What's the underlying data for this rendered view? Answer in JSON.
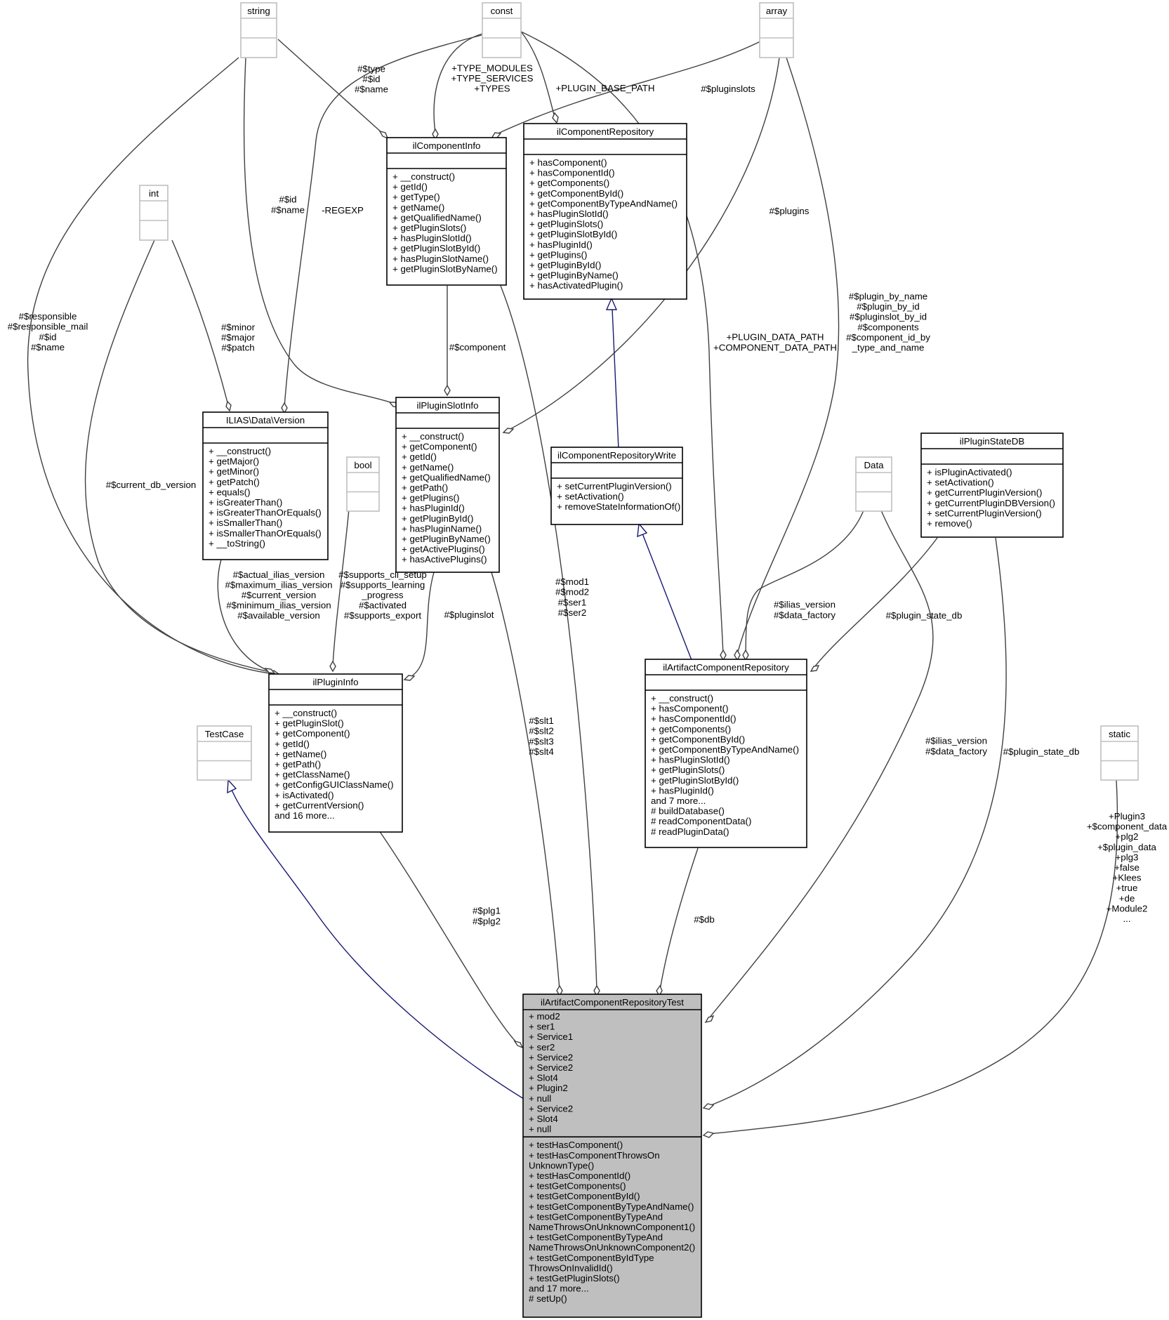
{
  "classes": {
    "string": {
      "name": "string"
    },
    "const": {
      "name": "const"
    },
    "array": {
      "name": "array"
    },
    "int": {
      "name": "int"
    },
    "bool": {
      "name": "bool"
    },
    "data": {
      "name": "Data"
    },
    "static": {
      "name": "static"
    },
    "testcase": {
      "name": "TestCase"
    },
    "component_info": {
      "name": "ilComponentInfo",
      "methods": [
        "+ __construct()",
        "+ getId()",
        "+ getType()",
        "+ getName()",
        "+ getQualifiedName()",
        "+ getPluginSlots()",
        "+ hasPluginSlotId()",
        "+ getPluginSlotById()",
        "+ hasPluginSlotName()",
        "+ getPluginSlotByName()"
      ]
    },
    "component_repository": {
      "name": "ilComponentRepository",
      "methods": [
        "+ hasComponent()",
        "+ hasComponentId()",
        "+ getComponents()",
        "+ getComponentById()",
        "+ getComponentByTypeAndName()",
        "+ hasPluginSlotId()",
        "+ getPluginSlots()",
        "+ getPluginSlotById()",
        "+ hasPluginId()",
        "+ getPlugins()",
        "+ getPluginById()",
        "+ getPluginByName()",
        "+ hasActivatedPlugin()"
      ]
    },
    "version": {
      "name": "ILIAS\\Data\\Version",
      "methods": [
        "+ __construct()",
        "+ getMajor()",
        "+ getMinor()",
        "+ getPatch()",
        "+ equals()",
        "+ isGreaterThan()",
        "+ isGreaterThanOrEquals()",
        "+ isSmallerThan()",
        "+ isSmallerThanOrEquals()",
        "+ __toString()"
      ]
    },
    "plugin_slot_info": {
      "name": "ilPluginSlotInfo",
      "methods": [
        "+ __construct()",
        "+ getComponent()",
        "+ getId()",
        "+ getName()",
        "+ getQualifiedName()",
        "+ getPath()",
        "+ getPlugins()",
        "+ hasPluginId()",
        "+ getPluginById()",
        "+ hasPluginName()",
        "+ getPluginByName()",
        "+ getActivePlugins()",
        "+ hasActivePlugins()"
      ]
    },
    "component_repository_write": {
      "name": "ilComponentRepositoryWrite",
      "methods": [
        "+ setCurrentPluginVersion()",
        "+ setActivation()",
        "+ removeStateInformationOf()"
      ]
    },
    "plugin_state_db": {
      "name": "ilPluginStateDB",
      "methods": [
        "+ isPluginActivated()",
        "+ setActivation()",
        "+ getCurrentPluginVersion()",
        "+ getCurrentPluginDBVersion()",
        "+ setCurrentPluginVersion()",
        "+ remove()"
      ]
    },
    "plugin_info": {
      "name": "ilPluginInfo",
      "methods": [
        "+ __construct()",
        "+ getPluginSlot()",
        "+ getComponent()",
        "+ getId()",
        "+ getName()",
        "+ getPath()",
        "+ getClassName()",
        "+ getConfigGUIClassName()",
        "+ isActivated()",
        "+ getCurrentVersion()",
        "and 16 more..."
      ]
    },
    "artifact_repo": {
      "name": "ilArtifactComponentRepository",
      "methods": [
        "+ __construct()",
        "+ hasComponent()",
        "+ hasComponentId()",
        "+ getComponents()",
        "+ getComponentById()",
        "+ getComponentByTypeAndName()",
        "+ hasPluginSlotId()",
        "+ getPluginSlots()",
        "+ getPluginSlotById()",
        "+ hasPluginId()",
        "and 7 more...",
        "# buildDatabase()",
        "# readComponentData()",
        "# readPluginData()"
      ]
    },
    "test": {
      "name": "ilArtifactComponentRepositoryTest",
      "attributes": [
        "+ mod2",
        "+ ser1",
        "+ Service1",
        "+ ser2",
        "+ Service2",
        "+ Service2",
        "+ Slot4",
        "+ Plugin2",
        "+ null",
        "+ Service2",
        "+ Slot4",
        "+ null"
      ],
      "methods": [
        "+ testHasComponent()",
        "+ testHasComponentThrowsOn",
        "UnknownType()",
        "+ testHasComponentId()",
        "+ testGetComponents()",
        "+ testGetComponentById()",
        "+ testGetComponentByTypeAndName()",
        "+ testGetComponentByTypeAnd",
        "NameThrowsOnUnknownComponent1()",
        "+ testGetComponentByTypeAnd",
        "NameThrowsOnUnknownComponent2()",
        "+ testGetComponentByIdType",
        "ThrowsOnInvalidId()",
        "+ testGetPluginSlots()",
        "and 17 more...",
        "# setUp()"
      ]
    }
  },
  "edge_labels": {
    "string_componentinfo": [
      "#$type",
      "#$id",
      "#$name"
    ],
    "const_componentinfo": [
      "+TYPE_MODULES",
      "+TYPE_SERVICES",
      "+TYPES"
    ],
    "const_repo": [
      "+PLUGIN_BASE_PATH"
    ],
    "array_componentinfo": [
      "#$pluginslots"
    ],
    "string_slot": [
      "#$id",
      "#$name"
    ],
    "const_version": [
      "-REGEXP"
    ],
    "array_slot": [
      "#$plugins"
    ],
    "component_slot": [
      "#$component"
    ],
    "string_plugininfo": [
      "#$responsible",
      "#$responsible_mail",
      "#$id",
      "#$name"
    ],
    "int_version": [
      "#$minor",
      "#$major",
      "#$patch"
    ],
    "const_artifact": [
      "+PLUGIN_DATA_PATH",
      "+COMPONENT_DATA_PATH"
    ],
    "array_artifact": [
      "#$plugin_by_name",
      "#$plugin_by_id",
      "#$pluginslot_by_id",
      "#$components",
      "#$component_id_by",
      "_type_and_name"
    ],
    "int_plugininfo": [
      "#$current_db_version"
    ],
    "version_plugininfo": [
      "#$actual_ilias_version",
      "#$maximum_ilias_version",
      "#$current_version",
      "#$minimum_ilias_version",
      "#$available_version"
    ],
    "bool_plugininfo": [
      "#$supports_cli_setup",
      "#$supports_learning",
      "_progress",
      "#$activated",
      "#$supports_export"
    ],
    "slot_plugininfo": [
      "#$pluginslot"
    ],
    "component_test": [
      "#$mod1",
      "#$mod2",
      "#$ser1",
      "#$ser2"
    ],
    "data_artifact": [
      "#$ilias_version",
      "#$data_factory"
    ],
    "statedb_artifact": [
      "#$plugin_state_db"
    ],
    "slot_test": [
      "#$slt1",
      "#$slt2",
      "#$slt3",
      "#$slt4"
    ],
    "data_test": [
      "#$ilias_version",
      "#$data_factory"
    ],
    "statedb_test": [
      "#$plugin_state_db"
    ],
    "plugininfo_test": [
      "#$plg1",
      "#$plg2"
    ],
    "artifact_test": [
      "#$db"
    ],
    "static_test": [
      "+Plugin3",
      "+$component_data",
      "+plg2",
      "+$plugin_data",
      "+plg3",
      "+false",
      "+Klees",
      "+true",
      "+de",
      "+Module2",
      "..."
    ]
  }
}
